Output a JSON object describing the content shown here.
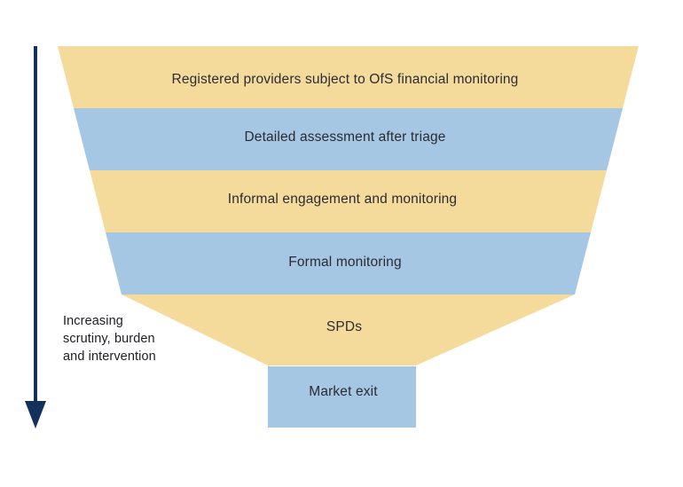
{
  "diagram": {
    "type": "funnel",
    "title": "",
    "orientation": "vertical-downward",
    "background_color": "#ffffff",
    "colors": {
      "band_yellow": "#F5DB9B",
      "band_blue": "#A6C7E3",
      "arrow_navy": "#13315C",
      "label_text": "#2b2b33",
      "caption_text": "#1d1d24"
    },
    "stages": [
      {
        "index": 1,
        "label": "Registered providers subject to OfS financial monitoring",
        "color": "#F5DB9B",
        "shape": "trapezoid"
      },
      {
        "index": 2,
        "label": "Detailed assessment after triage",
        "color": "#A6C7E3",
        "shape": "trapezoid"
      },
      {
        "index": 3,
        "label": "Informal engagement and monitoring",
        "color": "#F5DB9B",
        "shape": "trapezoid"
      },
      {
        "index": 4,
        "label": "Formal monitoring",
        "color": "#A6C7E3",
        "shape": "trapezoid"
      },
      {
        "index": 5,
        "label": "SPDs",
        "color": "#F5DB9B",
        "shape": "trapezoid"
      },
      {
        "index": 6,
        "label": "Market exit",
        "color": "#A6C7E3",
        "shape": "rectangle"
      }
    ],
    "axis_annotation": {
      "icon": "down-arrow-icon",
      "direction": "down",
      "color": "#13315C",
      "caption_lines": [
        "Increasing",
        "scrutiny, burden",
        "and intervention"
      ],
      "caption_full": "Increasing scrutiny, burden and intervention"
    }
  }
}
